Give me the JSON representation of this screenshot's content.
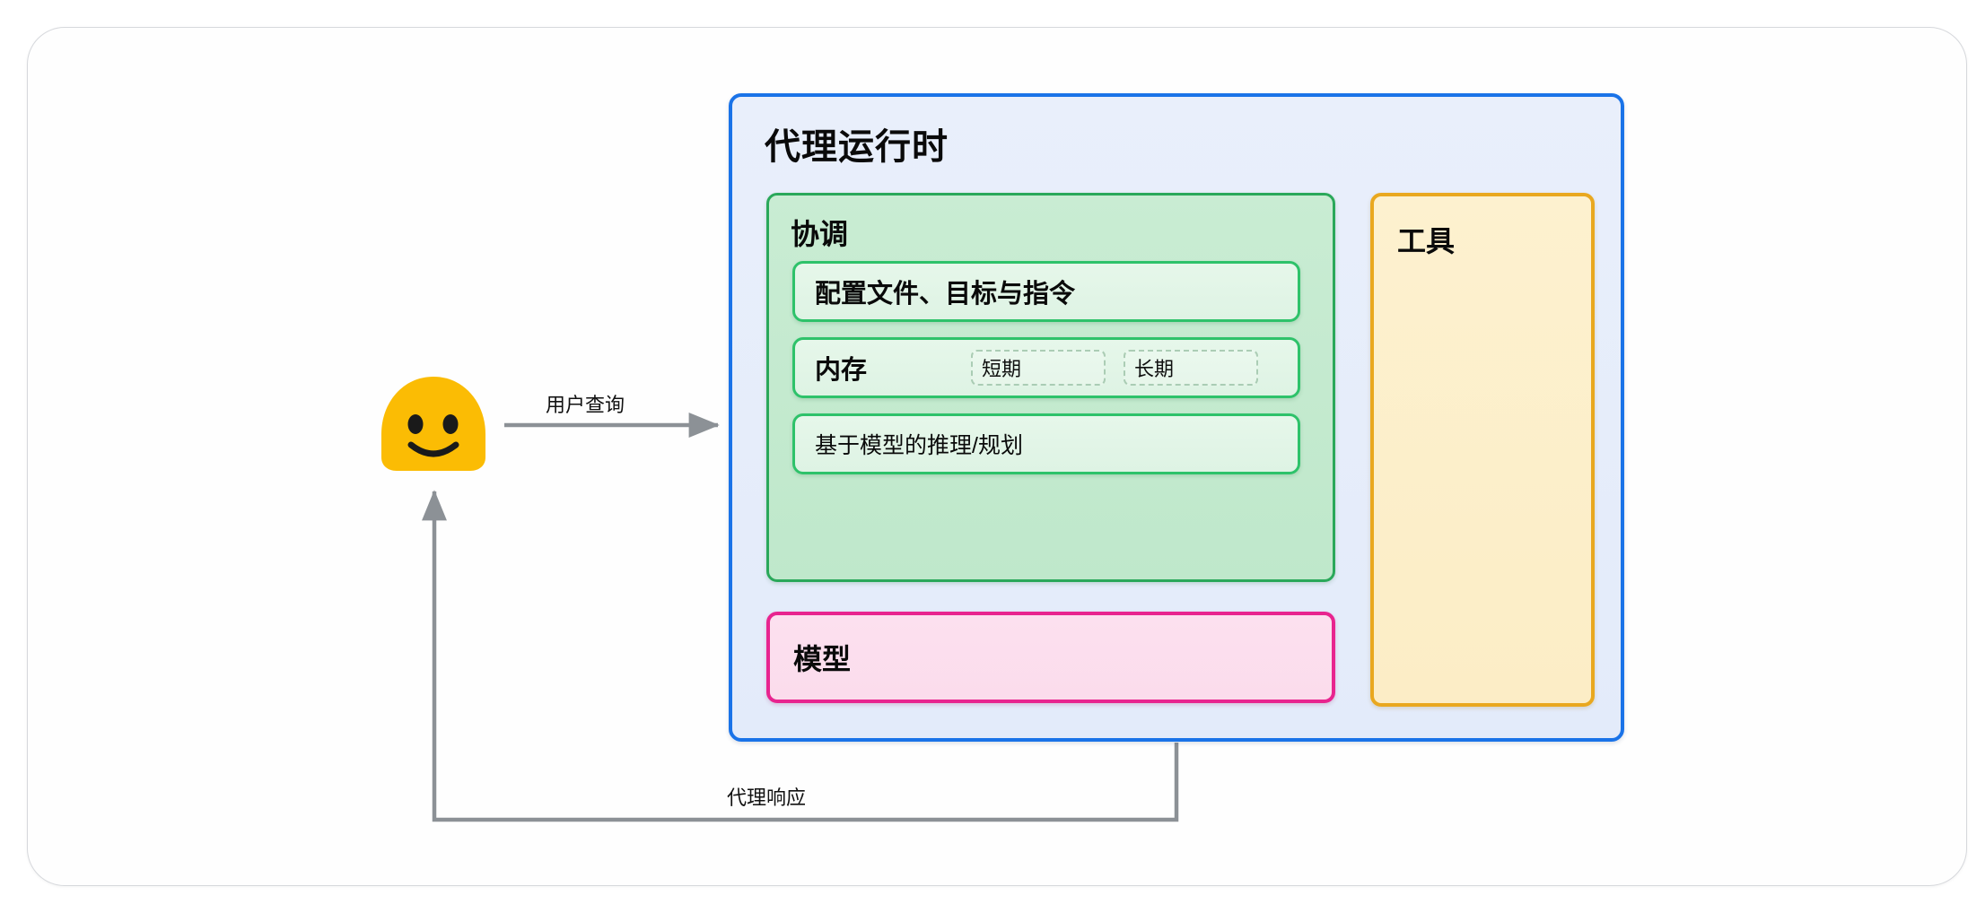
{
  "diagram": {
    "runtime": {
      "title": "代理运行时",
      "accent_color": "#1a73e8",
      "orchestration": {
        "title": "协调",
        "accent_color": "#2aa85a",
        "rows": [
          {
            "label": "配置文件、目标与指令"
          },
          {
            "label": "内存",
            "chips": [
              {
                "label": "短期"
              },
              {
                "label": "长期"
              }
            ]
          },
          {
            "label": "基于模型的推理/规划"
          }
        ]
      },
      "model": {
        "title": "模型",
        "accent_color": "#e8248f"
      },
      "tools": {
        "title": "工具",
        "accent_color": "#e9a81f"
      }
    },
    "actor": {
      "icon": "smiley-face-avatar",
      "color": "#fbbc04"
    },
    "edges": [
      {
        "label": "用户查询",
        "direction": "actor-to-runtime"
      },
      {
        "label": "代理响应",
        "direction": "runtime-to-actor"
      }
    ]
  }
}
